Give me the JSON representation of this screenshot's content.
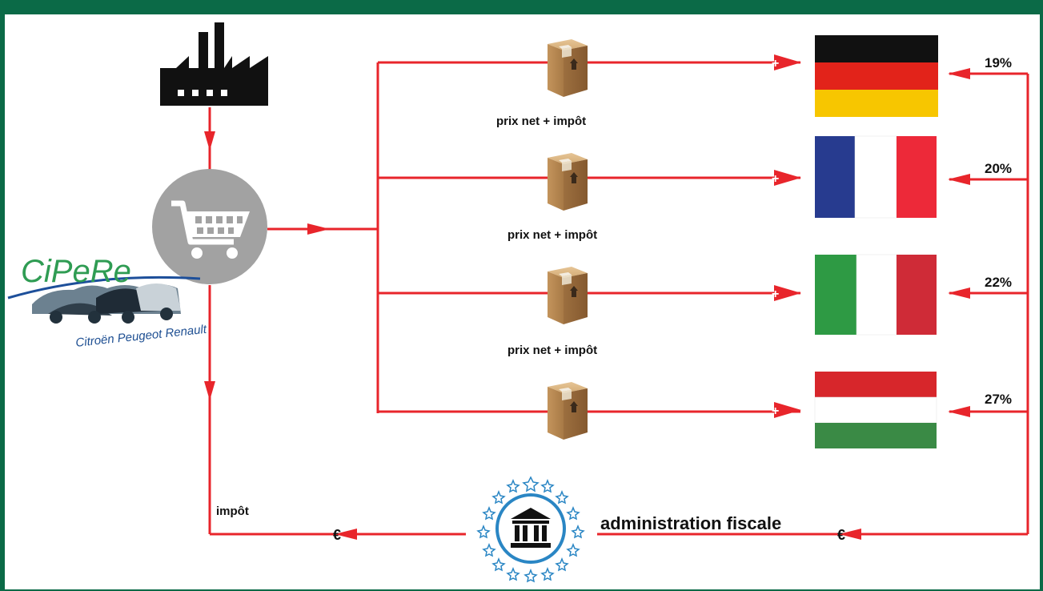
{
  "labels": {
    "box_caption": "prix net + impôt",
    "impot": "impôt",
    "admin": "administration fiscale",
    "euro": "€",
    "plus": "+"
  },
  "logo": {
    "name": "CiPeRe",
    "tagline": "Citroën Peugeot Renault"
  },
  "countries": [
    {
      "country": "Germany",
      "rate": "19%",
      "colors": [
        "#111111",
        "#e2231a",
        "#f7c600"
      ]
    },
    {
      "country": "France",
      "rate": "20%",
      "colors": [
        "#273b8f",
        "#ffffff",
        "#ed2939"
      ]
    },
    {
      "country": "Italy",
      "rate": "22%",
      "colors": [
        "#2e9a44",
        "#ffffff",
        "#cf2b37"
      ]
    },
    {
      "country": "Hungary",
      "rate": "27%",
      "colors": [
        "#d7262b",
        "#ffffff",
        "#3a8a45"
      ]
    }
  ],
  "colors": {
    "arrow": "#e8252b",
    "frame": "#0b6a47",
    "cart": "#a2a2a2",
    "box": "#b98b57",
    "bank_ring": "#2a86c4"
  }
}
